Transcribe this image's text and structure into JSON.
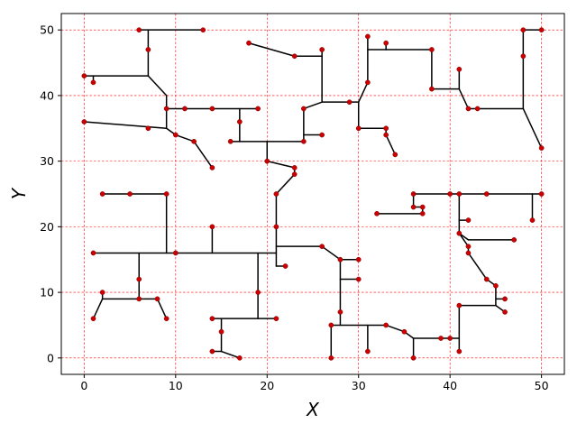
{
  "chart_data": {
    "type": "scatter",
    "title": "",
    "xlabel": "X",
    "ylabel": "Y",
    "xlim": [
      -2.5,
      52.5
    ],
    "ylim": [
      -2.5,
      52.5
    ],
    "xticks": [
      0,
      10,
      20,
      30,
      40,
      50
    ],
    "yticks": [
      0,
      10,
      20,
      30,
      40,
      50
    ],
    "grid": true,
    "grid_color": "#ff0000",
    "edge_color": "#000000",
    "point_color": "#cc0000",
    "points": [
      [
        6,
        50
      ],
      [
        13,
        50
      ],
      [
        7,
        47
      ],
      [
        0,
        43
      ],
      [
        1,
        42
      ],
      [
        0,
        36
      ],
      [
        7,
        35
      ],
      [
        9,
        38
      ],
      [
        11,
        38
      ],
      [
        14,
        38
      ],
      [
        19,
        38
      ],
      [
        17,
        36
      ],
      [
        10,
        34
      ],
      [
        12,
        33
      ],
      [
        14,
        29
      ],
      [
        16,
        33
      ],
      [
        24,
        33
      ],
      [
        26,
        34
      ],
      [
        24,
        38
      ],
      [
        20,
        30
      ],
      [
        23,
        29
      ],
      [
        23,
        28
      ],
      [
        21,
        25
      ],
      [
        21,
        20
      ],
      [
        18,
        48
      ],
      [
        23,
        46
      ],
      [
        26,
        47
      ],
      [
        29,
        39
      ],
      [
        30,
        35
      ],
      [
        33,
        35
      ],
      [
        33,
        34
      ],
      [
        34,
        31
      ],
      [
        31,
        42
      ],
      [
        31,
        49
      ],
      [
        33,
        48
      ],
      [
        38,
        47
      ],
      [
        38,
        41
      ],
      [
        41,
        44
      ],
      [
        42,
        38
      ],
      [
        43,
        38
      ],
      [
        48,
        50
      ],
      [
        50,
        50
      ],
      [
        48,
        46
      ],
      [
        50,
        32
      ],
      [
        2,
        25
      ],
      [
        5,
        25
      ],
      [
        9,
        25
      ],
      [
        1,
        16
      ],
      [
        10,
        16
      ],
      [
        14,
        20
      ],
      [
        6,
        12
      ],
      [
        2,
        10
      ],
      [
        6,
        9
      ],
      [
        8,
        9
      ],
      [
        9,
        6
      ],
      [
        1,
        6
      ],
      [
        19,
        10
      ],
      [
        21,
        6
      ],
      [
        14,
        6
      ],
      [
        15,
        4
      ],
      [
        14,
        1
      ],
      [
        17,
        0
      ],
      [
        22,
        14
      ],
      [
        26,
        17
      ],
      [
        28,
        15
      ],
      [
        30,
        15
      ],
      [
        30,
        12
      ],
      [
        28,
        7
      ],
      [
        27,
        5
      ],
      [
        27,
        0
      ],
      [
        31,
        1
      ],
      [
        33,
        5
      ],
      [
        35,
        4
      ],
      [
        36,
        0
      ],
      [
        39,
        3
      ],
      [
        40,
        3
      ],
      [
        41,
        1
      ],
      [
        41,
        8
      ],
      [
        45,
        11
      ],
      [
        46,
        9
      ],
      [
        46,
        7
      ],
      [
        44,
        12
      ],
      [
        42,
        16
      ],
      [
        42,
        17
      ],
      [
        41,
        19
      ],
      [
        47,
        18
      ],
      [
        42,
        21
      ],
      [
        40,
        25
      ],
      [
        41,
        25
      ],
      [
        44,
        25
      ],
      [
        50,
        25
      ],
      [
        49,
        21
      ],
      [
        36,
        25
      ],
      [
        36,
        23
      ],
      [
        37,
        23
      ],
      [
        37,
        22
      ],
      [
        32,
        22
      ]
    ],
    "segments": [
      [
        [
          6,
          50
        ],
        [
          13,
          50
        ]
      ],
      [
        [
          7,
          50
        ],
        [
          7,
          43
        ]
      ],
      [
        [
          0,
          43
        ],
        [
          7,
          43
        ]
      ],
      [
        [
          1,
          43
        ],
        [
          1,
          42
        ]
      ],
      [
        [
          7,
          43
        ],
        [
          9,
          40
        ]
      ],
      [
        [
          9,
          40
        ],
        [
          9,
          35
        ]
      ],
      [
        [
          0,
          36
        ],
        [
          9,
          35
        ]
      ],
      [
        [
          9,
          38
        ],
        [
          19,
          38
        ]
      ],
      [
        [
          17,
          38
        ],
        [
          17,
          36
        ]
      ],
      [
        [
          9,
          35
        ],
        [
          10,
          34
        ]
      ],
      [
        [
          10,
          34
        ],
        [
          12,
          33
        ]
      ],
      [
        [
          12,
          33
        ],
        [
          14,
          29
        ]
      ],
      [
        [
          17,
          36
        ],
        [
          17,
          33
        ]
      ],
      [
        [
          16,
          33
        ],
        [
          24,
          33
        ]
      ],
      [
        [
          24,
          34
        ],
        [
          26,
          34
        ]
      ],
      [
        [
          24,
          33
        ],
        [
          24,
          38
        ]
      ],
      [
        [
          24,
          38
        ],
        [
          26,
          39
        ]
      ],
      [
        [
          18,
          48
        ],
        [
          23,
          46
        ]
      ],
      [
        [
          23,
          46
        ],
        [
          26,
          46
        ]
      ],
      [
        [
          26,
          47
        ],
        [
          26,
          39
        ]
      ],
      [
        [
          26,
          39
        ],
        [
          30,
          39
        ]
      ],
      [
        [
          30,
          39
        ],
        [
          30,
          35
        ]
      ],
      [
        [
          30,
          35
        ],
        [
          33,
          35
        ]
      ],
      [
        [
          33,
          35
        ],
        [
          33,
          34
        ]
      ],
      [
        [
          33,
          34
        ],
        [
          34,
          31
        ]
      ],
      [
        [
          30,
          39
        ],
        [
          31,
          42
        ]
      ],
      [
        [
          31,
          49
        ],
        [
          31,
          42
        ]
      ],
      [
        [
          31,
          47
        ],
        [
          38,
          47
        ]
      ],
      [
        [
          33,
          48
        ],
        [
          33,
          47
        ]
      ],
      [
        [
          38,
          47
        ],
        [
          38,
          41
        ]
      ],
      [
        [
          38,
          41
        ],
        [
          41,
          41
        ]
      ],
      [
        [
          41,
          44
        ],
        [
          41,
          41
        ]
      ],
      [
        [
          41,
          41
        ],
        [
          42,
          38
        ]
      ],
      [
        [
          42,
          38
        ],
        [
          48,
          38
        ]
      ],
      [
        [
          48,
          50
        ],
        [
          50,
          50
        ]
      ],
      [
        [
          48,
          50
        ],
        [
          48,
          38
        ]
      ],
      [
        [
          48,
          38
        ],
        [
          50,
          32
        ]
      ],
      [
        [
          20,
          33
        ],
        [
          20,
          30
        ]
      ],
      [
        [
          20,
          30
        ],
        [
          23,
          29
        ]
      ],
      [
        [
          23,
          29
        ],
        [
          23,
          28
        ]
      ],
      [
        [
          23,
          28
        ],
        [
          21,
          25
        ]
      ],
      [
        [
          21,
          25
        ],
        [
          21,
          14
        ]
      ],
      [
        [
          21,
          14
        ],
        [
          22,
          14
        ]
      ],
      [
        [
          21,
          17
        ],
        [
          26,
          17
        ]
      ],
      [
        [
          26,
          17
        ],
        [
          28,
          15
        ]
      ],
      [
        [
          28,
          15
        ],
        [
          30,
          15
        ]
      ],
      [
        [
          28,
          15
        ],
        [
          28,
          5
        ]
      ],
      [
        [
          28,
          12
        ],
        [
          30,
          12
        ]
      ],
      [
        [
          27,
          5
        ],
        [
          27,
          0
        ]
      ],
      [
        [
          27,
          5
        ],
        [
          33,
          5
        ]
      ],
      [
        [
          31,
          5
        ],
        [
          31,
          1
        ]
      ],
      [
        [
          33,
          5
        ],
        [
          35,
          4
        ]
      ],
      [
        [
          35,
          4
        ],
        [
          36,
          3
        ]
      ],
      [
        [
          36,
          3
        ],
        [
          36,
          0
        ]
      ],
      [
        [
          36,
          3
        ],
        [
          41,
          3
        ]
      ],
      [
        [
          41,
          8
        ],
        [
          41,
          1
        ]
      ],
      [
        [
          41,
          8
        ],
        [
          45,
          8
        ]
      ],
      [
        [
          45,
          8
        ],
        [
          45,
          11
        ]
      ],
      [
        [
          45,
          9
        ],
        [
          46,
          9
        ]
      ],
      [
        [
          45,
          8
        ],
        [
          46,
          7
        ]
      ],
      [
        [
          45,
          11
        ],
        [
          44,
          12
        ]
      ],
      [
        [
          44,
          12
        ],
        [
          42,
          16
        ]
      ],
      [
        [
          42,
          16
        ],
        [
          42,
          17
        ]
      ],
      [
        [
          42,
          17
        ],
        [
          41,
          19
        ]
      ],
      [
        [
          41,
          19
        ],
        [
          41,
          25
        ]
      ],
      [
        [
          41,
          21
        ],
        [
          42,
          21
        ]
      ],
      [
        [
          41,
          19
        ],
        [
          42,
          18
        ]
      ],
      [
        [
          42,
          18
        ],
        [
          47,
          18
        ]
      ],
      [
        [
          36,
          25
        ],
        [
          50,
          25
        ]
      ],
      [
        [
          49,
          25
        ],
        [
          49,
          21
        ]
      ],
      [
        [
          36,
          25
        ],
        [
          36,
          23
        ]
      ],
      [
        [
          36,
          23
        ],
        [
          37,
          23
        ]
      ],
      [
        [
          32,
          22
        ],
        [
          37,
          22
        ]
      ],
      [
        [
          37,
          23
        ],
        [
          37,
          22
        ]
      ],
      [
        [
          2,
          25
        ],
        [
          9,
          25
        ]
      ],
      [
        [
          9,
          25
        ],
        [
          9,
          16
        ]
      ],
      [
        [
          1,
          16
        ],
        [
          21,
          16
        ]
      ],
      [
        [
          14,
          20
        ],
        [
          14,
          16
        ]
      ],
      [
        [
          6,
          16
        ],
        [
          6,
          9
        ]
      ],
      [
        [
          2,
          10
        ],
        [
          2,
          9
        ]
      ],
      [
        [
          2,
          9
        ],
        [
          8,
          9
        ]
      ],
      [
        [
          8,
          9
        ],
        [
          9,
          6
        ]
      ],
      [
        [
          2,
          9
        ],
        [
          1,
          6
        ]
      ],
      [
        [
          19,
          16
        ],
        [
          19,
          6
        ]
      ],
      [
        [
          14,
          6
        ],
        [
          21,
          6
        ]
      ],
      [
        [
          15,
          6
        ],
        [
          15,
          1
        ]
      ],
      [
        [
          14,
          1
        ],
        [
          15,
          1
        ]
      ],
      [
        [
          15,
          1
        ],
        [
          17,
          0
        ]
      ]
    ]
  }
}
